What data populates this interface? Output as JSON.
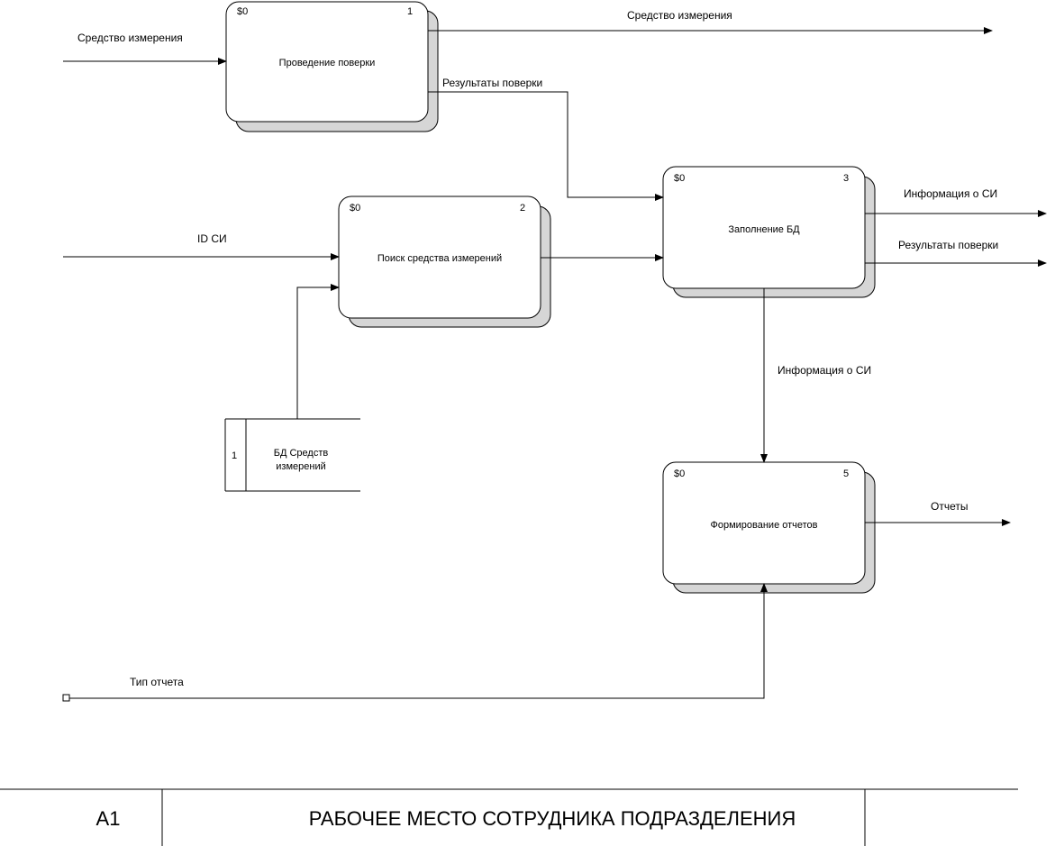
{
  "activities": [
    {
      "id": "a1",
      "code": "$0",
      "number": "1",
      "title": "Проведение поверки"
    },
    {
      "id": "a2",
      "code": "$0",
      "number": "2",
      "title": "Поиск средства измерений"
    },
    {
      "id": "a3",
      "code": "$0",
      "number": "3",
      "title": "Заполнение БД"
    },
    {
      "id": "a5",
      "code": "$0",
      "number": "5",
      "title": "Формирование отчетов"
    }
  ],
  "datastore": {
    "number": "1",
    "title_line1": "БД Средств",
    "title_line2": "измерений"
  },
  "arrows": {
    "input_measuring_tool": "Средство измерения",
    "output_measuring_tool": "Средство измерения",
    "verification_results_1": "Результаты поверки",
    "id_si": "ID СИ",
    "info_si_out": "Информация о СИ",
    "verification_results_out": "Результаты поверки",
    "info_si_down": "Информация о СИ",
    "reports": "Отчеты",
    "report_type": "Тип отчета"
  },
  "footer": {
    "node": "A1",
    "title": "РАБОЧЕЕ МЕСТО СОТРУДНИКА ПОДРАЗДЕЛЕНИЯ"
  }
}
